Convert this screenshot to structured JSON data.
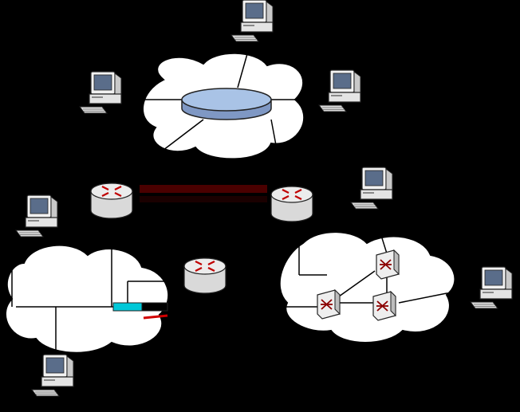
{
  "diagram": {
    "type": "network-topology",
    "colors": {
      "background": "#000000",
      "cloud_fill": "#ffffff",
      "cloud_stroke": "#000000",
      "link": "#000000",
      "ring_fill": "#a9c3e6",
      "ring_side": "#7f98c4",
      "router_body": "#e6e6e6",
      "router_arrows": "#c00000",
      "switch_fill": "#eeeeee",
      "switch_arrows": "#8b0000",
      "computer_body": "#f2f2f2",
      "screen": "#5a6d8a"
    },
    "nodes": [
      {
        "id": "top-computer",
        "kind": "computer-icon"
      },
      {
        "id": "upper-left-computer",
        "kind": "computer-icon"
      },
      {
        "id": "upper-right-computer",
        "kind": "computer-icon"
      },
      {
        "id": "ring-network",
        "kind": "token-ring-icon"
      },
      {
        "id": "left-router",
        "kind": "router-icon"
      },
      {
        "id": "right-router",
        "kind": "router-icon"
      },
      {
        "id": "left-computer",
        "kind": "computer-icon"
      },
      {
        "id": "center-router",
        "kind": "router-icon"
      },
      {
        "id": "bottom-left-computer",
        "kind": "computer-icon"
      },
      {
        "id": "right-cluster-computer",
        "kind": "computer-icon"
      },
      {
        "id": "switch-upper",
        "kind": "switch-icon"
      },
      {
        "id": "switch-lower-left",
        "kind": "switch-icon"
      },
      {
        "id": "switch-lower-right",
        "kind": "switch-icon"
      },
      {
        "id": "far-right-computer",
        "kind": "computer-icon"
      }
    ],
    "clouds": [
      "top-cloud",
      "left-cloud",
      "right-cloud"
    ]
  }
}
